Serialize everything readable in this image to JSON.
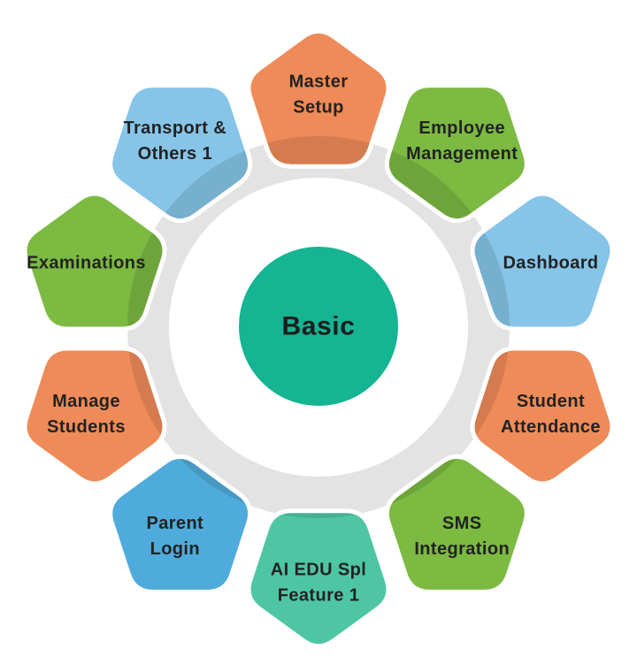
{
  "diagram": {
    "center_label": "Basic",
    "center_color": "#15B493",
    "ring_color": "#E3E3E3",
    "text_color": "#222222",
    "background_color": "#FFFFFF",
    "modules": [
      {
        "label": "Master Setup",
        "lines": [
          "Master",
          "Setup"
        ],
        "color": "#EE8B58"
      },
      {
        "label": "Employee Management",
        "lines": [
          "Employee",
          "Management"
        ],
        "color": "#7CBA42"
      },
      {
        "label": "Dashboard",
        "lines": [
          "Dashboard"
        ],
        "color": "#86C5E8"
      },
      {
        "label": "Student Attendance",
        "lines": [
          "Student",
          "Attendance"
        ],
        "color": "#EE8B58"
      },
      {
        "label": "SMS Integration",
        "lines": [
          "SMS",
          "Integration"
        ],
        "color": "#7CBA42"
      },
      {
        "label": "AI EDU Spl Feature 1",
        "lines": [
          "AI EDU Spl",
          "Feature 1"
        ],
        "color": "#4EC6A4"
      },
      {
        "label": "Parent Login",
        "lines": [
          "Parent",
          "Login"
        ],
        "color": "#4FABDB"
      },
      {
        "label": "Manage Students",
        "lines": [
          "Manage",
          "Students"
        ],
        "color": "#EE8B58"
      },
      {
        "label": "Examinations",
        "lines": [
          "Examinations"
        ],
        "color": "#7CBA42"
      },
      {
        "label": "Transport & Others 1",
        "lines": [
          "Transport &",
          "Others 1"
        ],
        "color": "#86C5E8"
      }
    ]
  }
}
